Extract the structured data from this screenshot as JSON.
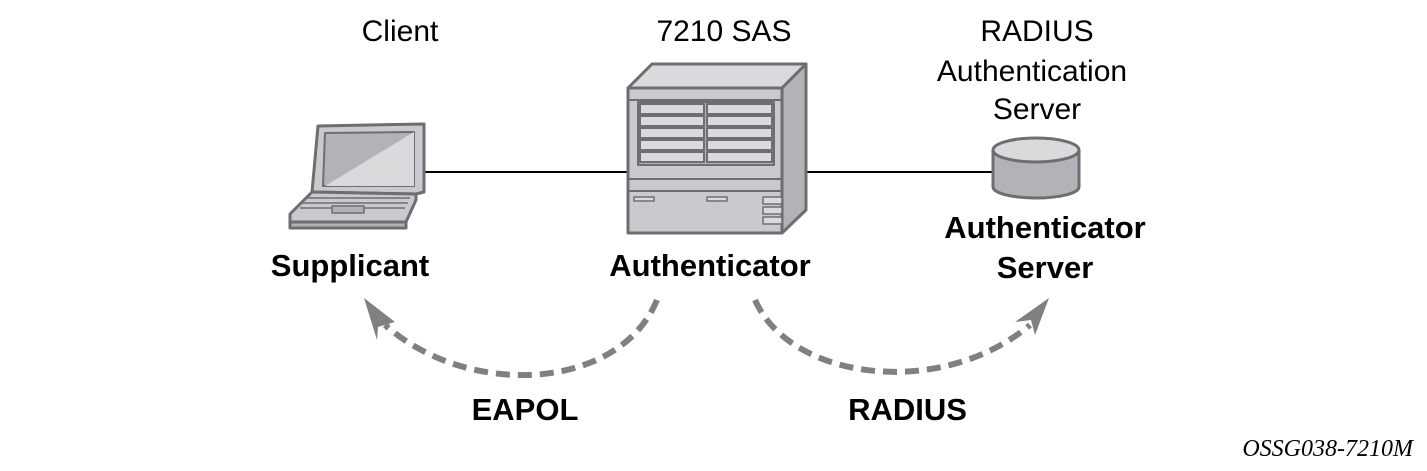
{
  "nodes": {
    "client": {
      "top_label": "Client",
      "role_label": "Supplicant",
      "icon": "laptop-icon"
    },
    "switch": {
      "top_label": "7210 SAS",
      "role_label": "Authenticator",
      "icon": "switch-chassis-icon"
    },
    "server": {
      "top_label_lines": [
        "RADIUS",
        "Authentication",
        "Server"
      ],
      "role_label_lines": [
        "Authenticator",
        "Server"
      ],
      "icon": "database-icon"
    }
  },
  "flows": [
    {
      "label": "EAPOL",
      "from": "Authenticator",
      "to": "Supplicant"
    },
    {
      "label": "RADIUS",
      "from": "Authenticator",
      "to": "Authenticator Server"
    }
  ],
  "figure_id": "OSSG038-7210M",
  "colors": {
    "device_fill": "#c8cacd",
    "device_stroke": "#6d6e71",
    "arrow": "#808080"
  }
}
